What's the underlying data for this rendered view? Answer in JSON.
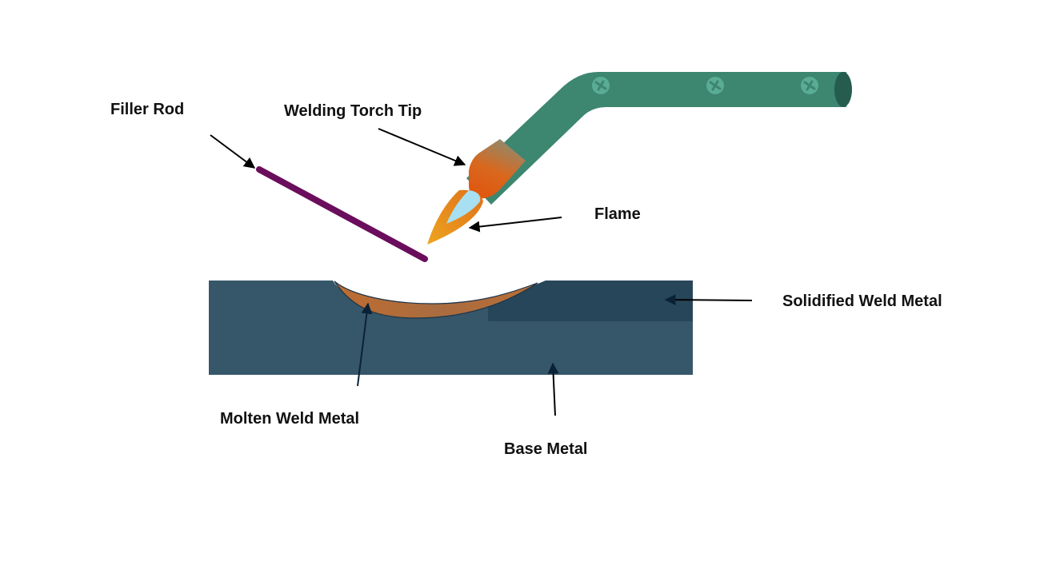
{
  "diagram": {
    "title": "Oxy-fuel gas welding process",
    "labels": {
      "filler_rod": "Filler Rod",
      "torch_tip": "Welding Torch Tip",
      "flame": "Flame",
      "solidified": "Solidified Weld Metal",
      "molten": "Molten Weld Metal",
      "base_metal": "Base Metal"
    },
    "colors": {
      "torch_body": "#3d8670",
      "torch_end": "#255c4e",
      "torch_screw": "#5aac94",
      "tip_top": "#8c8c72",
      "tip_bottom": "#e05a14",
      "flame_outer": "#eba020",
      "flame_mid": "#e2801e",
      "flame_inner": "#a8dff2",
      "filler_rod": "#6a0d5c",
      "base_metal": "#365769",
      "solidified_metal": "#27465a",
      "molten_metal": "#b36b36",
      "arrow": "#000000"
    }
  }
}
